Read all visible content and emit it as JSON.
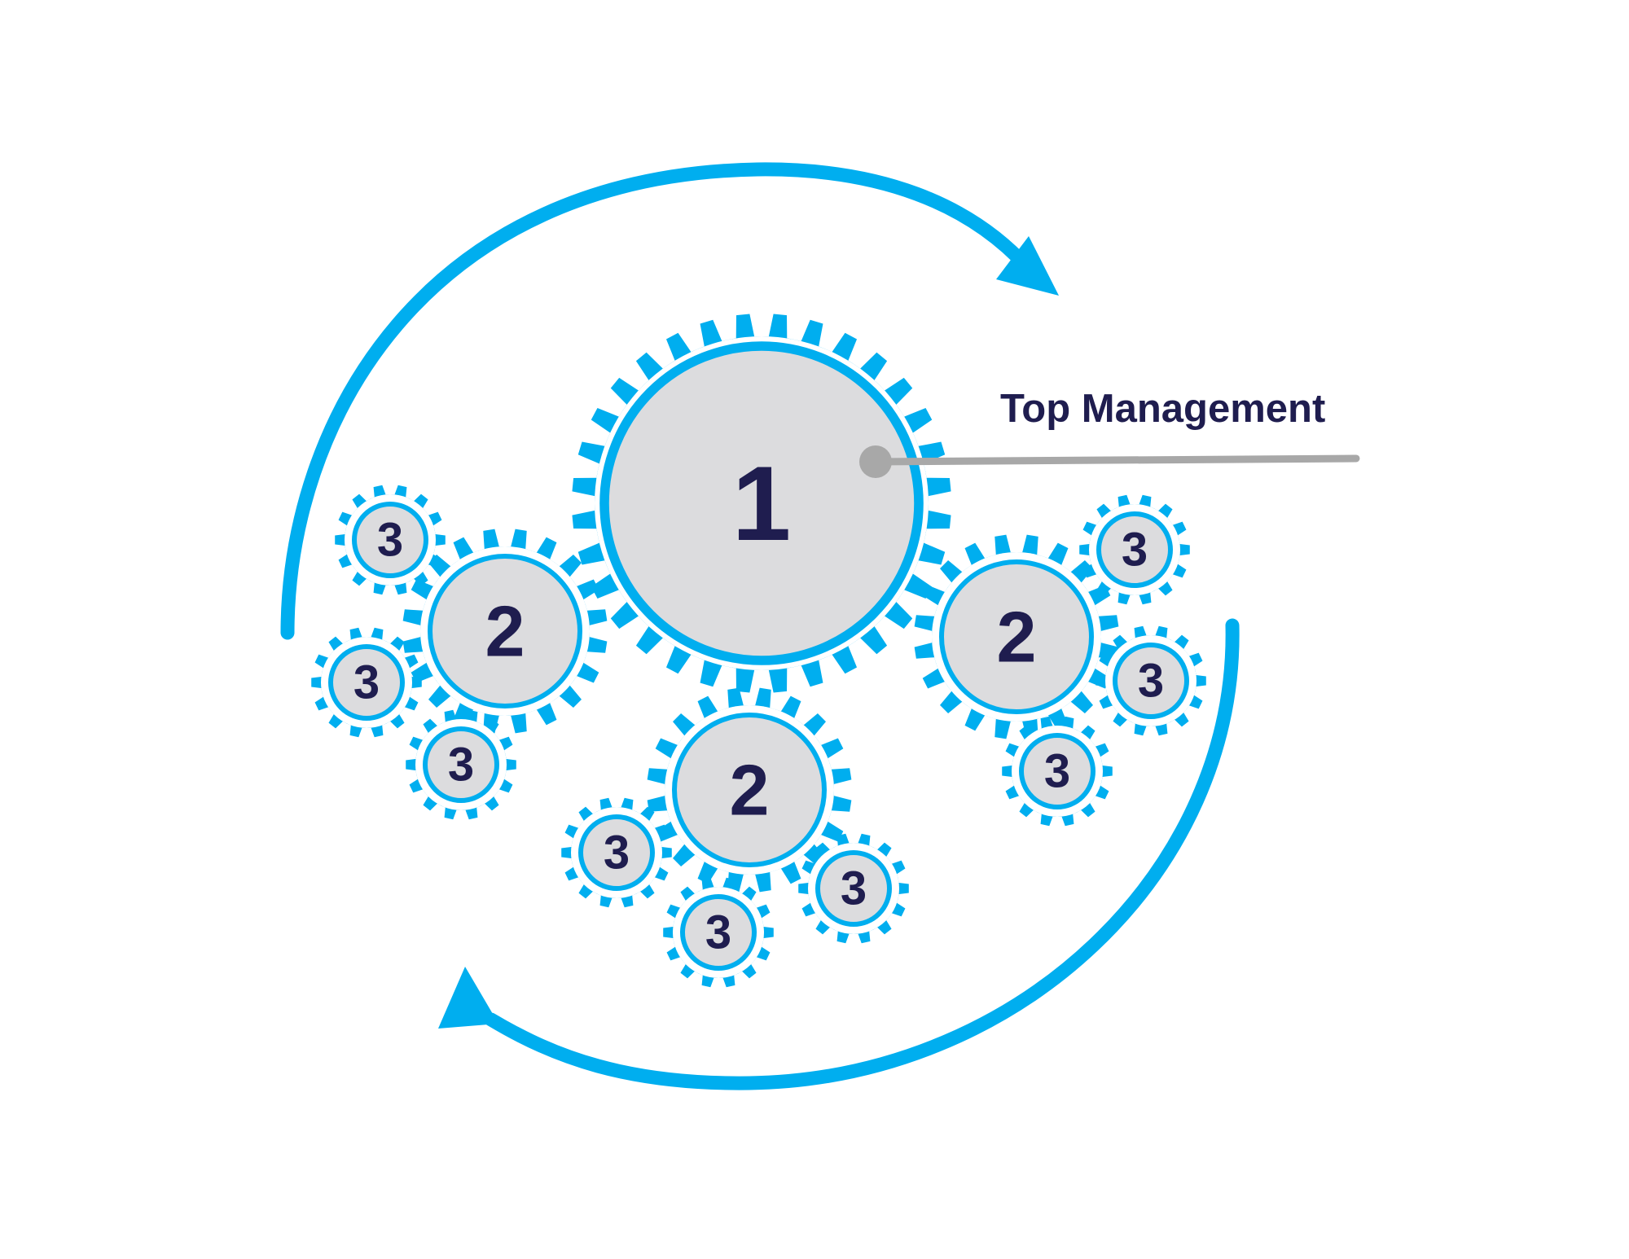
{
  "diagram": {
    "callout_label": "Top Management",
    "colors": {
      "accent": "#00AEEF",
      "gear_fill": "#DCDCDE",
      "text": "#1F1D4F",
      "callout_line": "#A8A8A8"
    },
    "gears": [
      {
        "id": "gear-level-1",
        "label": "1"
      },
      {
        "id": "gear-level-2-left",
        "label": "2"
      },
      {
        "id": "gear-level-2-bottom",
        "label": "2"
      },
      {
        "id": "gear-level-2-right",
        "label": "2"
      },
      {
        "id": "gear-level-3-left-top",
        "label": "3"
      },
      {
        "id": "gear-level-3-left-middle",
        "label": "3"
      },
      {
        "id": "gear-level-3-left-bottom",
        "label": "3"
      },
      {
        "id": "gear-level-3-bottom-left",
        "label": "3"
      },
      {
        "id": "gear-level-3-bottom-center",
        "label": "3"
      },
      {
        "id": "gear-level-3-bottom-right",
        "label": "3"
      },
      {
        "id": "gear-level-3-right-top",
        "label": "3"
      },
      {
        "id": "gear-level-3-right-middle",
        "label": "3"
      },
      {
        "id": "gear-level-3-right-bottom",
        "label": "3"
      }
    ]
  }
}
